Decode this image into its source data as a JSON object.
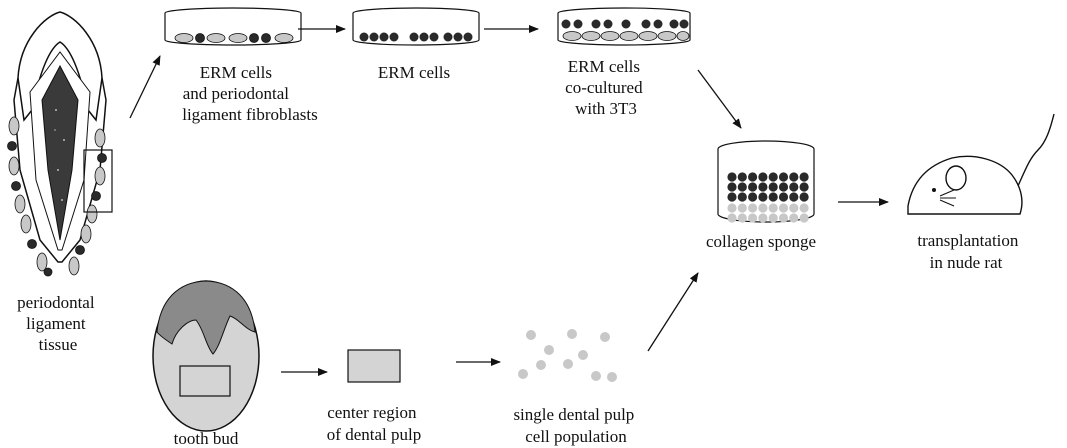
{
  "labels": {
    "periodontal": [
      "periodontal",
      "ligament",
      "tissue"
    ],
    "dish1": [
      "ERM cells",
      "and periodontal",
      "ligament fibroblasts"
    ],
    "dish2": [
      "ERM cells"
    ],
    "dish3": [
      "ERM cells",
      "co-cultured",
      "with 3T3"
    ],
    "sponge": [
      "collagen sponge"
    ],
    "rat": [
      "transplantation",
      "in nude rat"
    ],
    "toothbud": [
      "tooth bud"
    ],
    "pulp_region": [
      "center region",
      "of dental pulp"
    ],
    "single_cells": [
      "single dental pulp",
      "cell population"
    ]
  },
  "colors": {
    "dark_cell": "#2a2a2a",
    "light_cell": "#c8c8c8",
    "pulp_gray": "#d4d4d4",
    "enamel_gray": "#8a8a8a",
    "root_dark": "#3a3a3a",
    "line": "#111111"
  }
}
